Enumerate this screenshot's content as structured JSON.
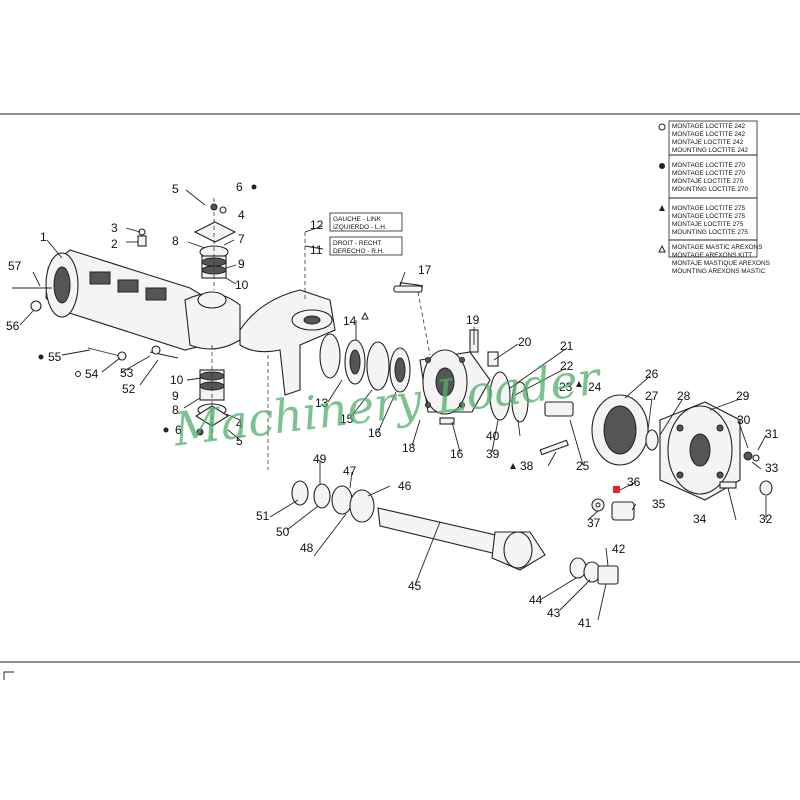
{
  "watermark": "Machinery Loader",
  "legend": [
    {
      "symbol": "circle-open",
      "lines": [
        "MONTAGE LOCTITE 242",
        "MONTAGE LOCTITE 242",
        "MONTAJE LOCTITE 242",
        "MOUNTING LOCTITE 242"
      ]
    },
    {
      "symbol": "circle-filled",
      "lines": [
        "MONTAGE LOCTITE 270",
        "MONTAGE LOCTITE 270",
        "MONTAJE LOCTITE 270",
        "MOUNTING LOCTITE 270"
      ]
    },
    {
      "symbol": "triangle-filled",
      "lines": [
        "MONTAGE LOCTITE 275",
        "MONTAGE LOCTITE 275",
        "MONTAJE LOCTITE 275",
        "MOUNTING LOCTITE 275"
      ]
    },
    {
      "symbol": "triangle-open",
      "lines": [
        "MONTAGE MASTIC AREXONS",
        "MONTAGE AREXONS KITT",
        "MONTAJE MASTIQUE AREXONS",
        "MOUNTING AREXONS MASTIC"
      ]
    }
  ],
  "side_labels": {
    "left": [
      "GAUCHE - LINK",
      "IZQUIERDO - L.H."
    ],
    "right": [
      "DROIT - RECHT",
      "DERECHO - R.H."
    ]
  },
  "callouts": [
    "1",
    "2",
    "3",
    "4",
    "4",
    "5",
    "5",
    "6",
    "6",
    "7",
    "8",
    "8",
    "9",
    "9",
    "10",
    "10",
    "11",
    "12",
    "13",
    "14",
    "15",
    "16",
    "16",
    "17",
    "18",
    "19",
    "20",
    "21",
    "22",
    "23",
    "24",
    "25",
    "26",
    "27",
    "28",
    "29",
    "30",
    "31",
    "32",
    "33",
    "34",
    "35",
    "36",
    "37",
    "38",
    "39",
    "40",
    "41",
    "42",
    "43",
    "44",
    "45",
    "46",
    "47",
    "48",
    "49",
    "50",
    "51",
    "52",
    "53",
    "54",
    "55",
    "56",
    "57"
  ],
  "colors": {
    "line": "#222222",
    "watermark": "#4fae6a",
    "marker_red": "#e0262b"
  }
}
